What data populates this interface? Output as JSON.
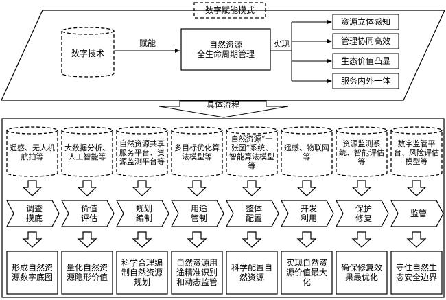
{
  "top": {
    "title": "数字赋能模式",
    "tech": "数字技术",
    "enable": "赋能",
    "core": "自然资源\n全生命周期管理",
    "realize": "实现",
    "outcomes": [
      "资源立体感知",
      "管理协同高效",
      "生态价值凸显",
      "服务内外一体"
    ]
  },
  "flow_label": "具体流程",
  "columns": [
    {
      "tech": "遥感、无人机航拍等",
      "step": "调查\n摸底",
      "result": "形成自然资源数字底图"
    },
    {
      "tech": "大数据分析、人工智能等",
      "step": "价值\n评估",
      "result": "量化自然资源隐形价值"
    },
    {
      "tech": "自然资源共享服务平台、资源监测平台等",
      "step": "规划\n编制",
      "result": "科学合理编制自然资源规划"
    },
    {
      "tech": "多目标优化算法模型等",
      "step": "用途\n管制",
      "result": "自然资源用途精准识别和动态监管"
    },
    {
      "tech": "自然资源“一张图”系统、智能算法模型等",
      "step": "整体\n配置",
      "result": "科学配置自然资源"
    },
    {
      "tech": "遥感、物联网等",
      "step": "开发\n利用",
      "result": "实现自然资源价值最大化"
    },
    {
      "tech": "资源监测系统、智能评估等",
      "step": "保护\n修复",
      "result": "确保修复效果最优化"
    },
    {
      "tech": "数字监管平台、风险评估模型等",
      "step": "监管",
      "result": "守住自然生态安全边界"
    }
  ]
}
